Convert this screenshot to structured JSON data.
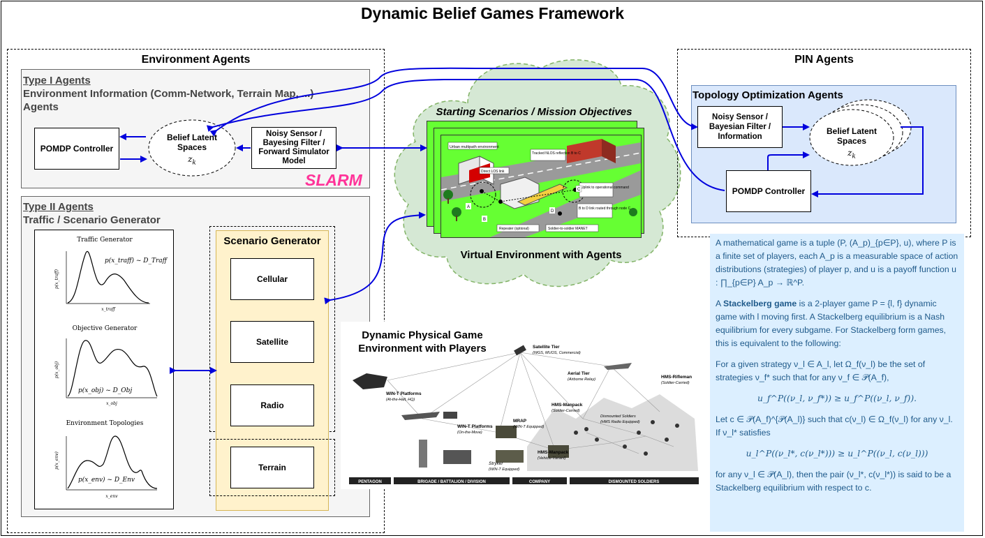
{
  "title": "Dynamic Belief Games Framework",
  "environment_agents": {
    "title": "Environment Agents",
    "type1": {
      "heading": "Type I Agents",
      "subheading_line1": "Environment Information (Comm-Network, Terrain Map, ...)",
      "subheading_line2": "Agents",
      "pomdp": "POMDP Controller",
      "belief_line1": "Belief Latent",
      "belief_line2": "Spaces",
      "belief_var": "z",
      "belief_sub": "k",
      "sensor_line1": "Noisy Sensor /",
      "sensor_line2": "Bayesing Filter /",
      "sensor_line3": "Forward Simulator",
      "sensor_line4": "Model",
      "slarm": "SLARM"
    },
    "type2": {
      "heading": "Type II Agents",
      "subheading": "Traffic / Scenario Generator",
      "plots": [
        {
          "title": "Traffic Generator",
          "formula": "p(x_traff) ~ D_Traff",
          "ylabel": "p(x_traff)",
          "xlabel": "x_traff"
        },
        {
          "title": "Objective Generator",
          "formula": "p(x_obj) ~ D_Obj",
          "ylabel": "p(x_obj)",
          "xlabel": "x_obj"
        },
        {
          "title": "Environment Topologies",
          "formula": "p(x_env) ~ D_Env",
          "ylabel": "p(x_env)",
          "xlabel": "x_env"
        }
      ],
      "scenario_title": "Scenario Generator",
      "scenarios": [
        "Cellular",
        "Satellite",
        "Radio"
      ],
      "terrain": "Terrain"
    }
  },
  "virtual_env": {
    "top_label": "Starting Scenarios / Mission Objectives",
    "bottom_label": "Virtual Environment with Agents",
    "scene_labels": {
      "urban": "Urban multipath environment",
      "tracked": "Tracked NLOS reflection B to C",
      "direct": "Direct LOS link",
      "uplink": "Uplink to operational command",
      "btod": "B to D link routed through node C",
      "repeater": "Repeater (optional)",
      "manet": "Soldier-to-soldier MANET",
      "a": "A",
      "b": "B",
      "c": "C",
      "d": "D"
    }
  },
  "physical_env": {
    "title_line1": "Dynamic Physical Game",
    "title_line2": "Environment with Players",
    "labels": {
      "sat_tier": "Satellite Tier",
      "sat_tier_sub": "(WGS, MUOS, Commercial)",
      "aerial": "Aerial Tier",
      "aerial_sub": "(Airborne Relay)",
      "rifleman": "HMS-Rifleman",
      "rifleman_sub": "(Soldier-Carried)",
      "wint1": "WIN-T Platforms",
      "wint1_sub": "(At-the-Halt, HQ)",
      "manpack1": "HMS-Manpack",
      "manpack1_sub": "(Soldier-Carried)",
      "dismounted": "Dismounted Soldiers",
      "dismounted_sub": "(HMS Radio Equipped)",
      "wint2": "WIN-T Platforms",
      "wint2_sub": "(On-the-Move)",
      "mrap": "MRAP",
      "mrap_sub": "(WIN-T Equipped)",
      "stryker": "Stryker",
      "stryker_sub": "(WIN-T Equipped)",
      "manpack2": "HMS-Manpack",
      "manpack2_sub": "(Vehicle-Variant)"
    },
    "bar": [
      "PENTAGON",
      "BRIGADE / BATTALION / DIVISION",
      "COMPANY",
      "DISMOUNTED SOLDIERS"
    ]
  },
  "pin_agents": {
    "title": "PIN Agents",
    "topo_title": "Topology Optimization Agents",
    "sensor_line1": "Noisy Sensor /",
    "sensor_line2": "Bayesian Filter /",
    "sensor_line3": "Information",
    "belief_line1": "Belief Latent",
    "belief_line2": "Spaces",
    "belief_var": "z",
    "belief_sub": "k",
    "pomdp": "POMDP Controller"
  },
  "math": {
    "p1": "A mathematical game is a tuple (P, (A_p)_{p∈P}, u), where P is a finite set of players, each A_p is a measurable space of action distributions (strategies) of player p, and u is a payoff function u : ∏_{p∈P} A_p → ℝ^P.",
    "p2_a": "A ",
    "p2_bold": "Stackelberg game",
    "p2_b": " is a 2-player game P = {l, f} dynamic game with l moving first. A Stackelberg equilibrium is a Nash equilibrium for every subgame. For Stackelberg form games, this is equivalent to the following:",
    "p3": "For a given strategy ν_l ∈ A_l, let Ω_f(ν_l) be the set of strategies ν_f* such that for any ν_f ∈ 𝒫(A_f),",
    "eq1": "u_f^P((ν_l, ν_f*)) ≥ u_f^P((ν_l, ν_f)).",
    "p4": "Let c ∈ 𝒫(A_f)^{𝒫(A_l)} such that c(ν_l) ∈ Ω_f(ν_l) for any ν_l. If ν_l* satisfies",
    "eq2": "u_l^P((ν_l*, c(ν_l*))) ≥ u_l^P((ν_l, c(ν_l)))",
    "p5": "for any ν_l ∈ 𝒫(A_l), then the pair (ν_l*, c(ν_l*)) is said to be a Stackelberg equilibrium with respect to c."
  },
  "colors": {
    "arrow": "#0000dd",
    "slarm": "#ff3399",
    "cloud": "#d5e8d4",
    "scenario_bg": "#fff2cc",
    "topo_bg": "#dae8fc",
    "math_bg": "#dcefff",
    "math_text": "#1f5a8a"
  }
}
